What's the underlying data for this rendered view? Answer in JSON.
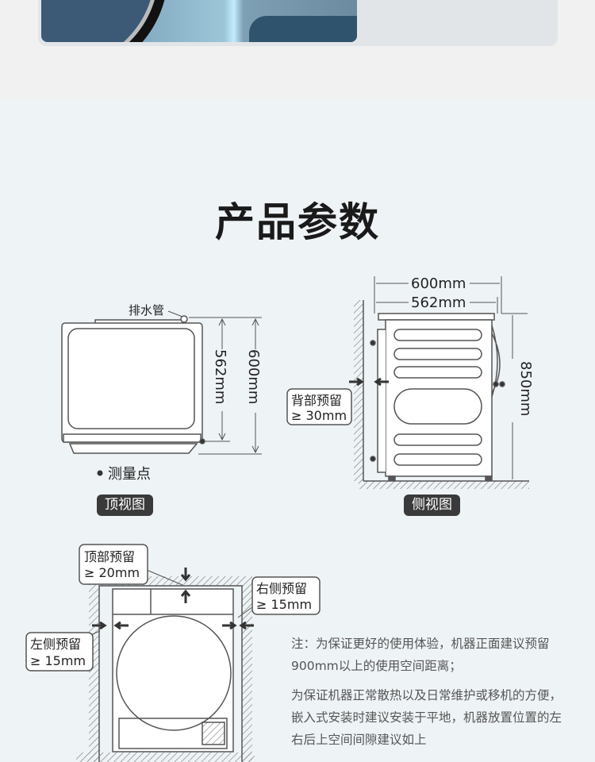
{
  "section_title": "产品参数",
  "top_view": {
    "drain_label": "排水管",
    "depth_inner": "562mm",
    "depth_outer": "600mm",
    "measure_point": "测量点",
    "tag": "顶视图"
  },
  "side_view": {
    "width_outer": "600mm",
    "width_inner": "562mm",
    "height": "850mm",
    "back_clearance_label": "背部预留",
    "back_clearance_value": "≥ 30mm",
    "tag": "侧视图"
  },
  "front_view": {
    "top_label": "顶部预留",
    "top_value": "≥ 20mm",
    "right_label": "右侧预留",
    "right_value": "≥ 15mm",
    "left_label": "左侧预留",
    "left_value": "≥ 15mm"
  },
  "notes": {
    "note1": "注：为保证更好的使用体验，机器正面建议预留900mm以上的使用空间距离；",
    "note2": "为保证机器正常散热以及日常维护或移机的方便，嵌入式安装时建议安装于平地，机器放置位置的左右后上空间间隙建议如上"
  }
}
